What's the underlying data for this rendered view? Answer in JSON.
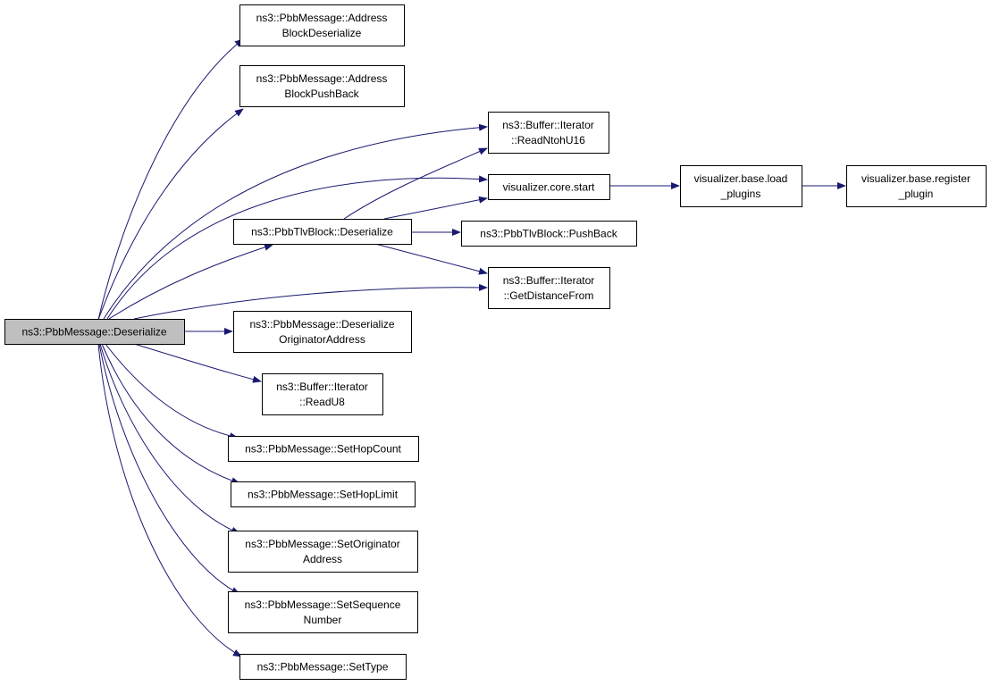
{
  "colors": {
    "edge": "#191970",
    "border": "#000000",
    "node_fill": "#ffffff",
    "root_fill": "#bfbfbf",
    "text": "#000000"
  },
  "nodes": [
    {
      "id": "root",
      "lines": [
        "ns3::PbbMessage::Deserialize"
      ],
      "root": true
    },
    {
      "id": "abd",
      "lines": [
        "ns3::PbbMessage::Address",
        "BlockDeserialize"
      ]
    },
    {
      "id": "abpb",
      "lines": [
        "ns3::PbbMessage::Address",
        "BlockPushBack"
      ]
    },
    {
      "id": "tlvdes",
      "lines": [
        "ns3::PbbTlvBlock::Deserialize"
      ]
    },
    {
      "id": "doa",
      "lines": [
        "ns3::PbbMessage::Deserialize",
        "OriginatorAddress"
      ]
    },
    {
      "id": "readu8",
      "lines": [
        "ns3::Buffer::Iterator",
        "::ReadU8"
      ]
    },
    {
      "id": "shc",
      "lines": [
        "ns3::PbbMessage::SetHopCount"
      ]
    },
    {
      "id": "shl",
      "lines": [
        "ns3::PbbMessage::SetHopLimit"
      ]
    },
    {
      "id": "soa",
      "lines": [
        "ns3::PbbMessage::SetOriginator",
        "Address"
      ]
    },
    {
      "id": "ssn",
      "lines": [
        "ns3::PbbMessage::SetSequence",
        "Number"
      ]
    },
    {
      "id": "stype",
      "lines": [
        "ns3::PbbMessage::SetType"
      ]
    },
    {
      "id": "rntoh",
      "lines": [
        "ns3::Buffer::Iterator",
        "::ReadNtohU16"
      ]
    },
    {
      "id": "vstart",
      "lines": [
        "visualizer.core.start"
      ]
    },
    {
      "id": "tlvpb",
      "lines": [
        "ns3::PbbTlvBlock::PushBack"
      ]
    },
    {
      "id": "gdf",
      "lines": [
        "ns3::Buffer::Iterator",
        "::GetDistanceFrom"
      ]
    },
    {
      "id": "vload",
      "lines": [
        "visualizer.base.load",
        "_plugins"
      ]
    },
    {
      "id": "vreg",
      "lines": [
        "visualizer.base.register",
        "_plugin"
      ]
    }
  ],
  "edges": [
    [
      "root",
      "abd"
    ],
    [
      "root",
      "abpb"
    ],
    [
      "root",
      "rntoh"
    ],
    [
      "root",
      "vstart"
    ],
    [
      "root",
      "tlvdes"
    ],
    [
      "root",
      "gdf"
    ],
    [
      "root",
      "doa"
    ],
    [
      "root",
      "readu8"
    ],
    [
      "root",
      "shc"
    ],
    [
      "root",
      "shl"
    ],
    [
      "root",
      "soa"
    ],
    [
      "root",
      "ssn"
    ],
    [
      "root",
      "stype"
    ],
    [
      "tlvdes",
      "rntoh"
    ],
    [
      "tlvdes",
      "vstart"
    ],
    [
      "tlvdes",
      "tlvpb"
    ],
    [
      "tlvdes",
      "gdf"
    ],
    [
      "vstart",
      "vload"
    ],
    [
      "vload",
      "vreg"
    ]
  ]
}
